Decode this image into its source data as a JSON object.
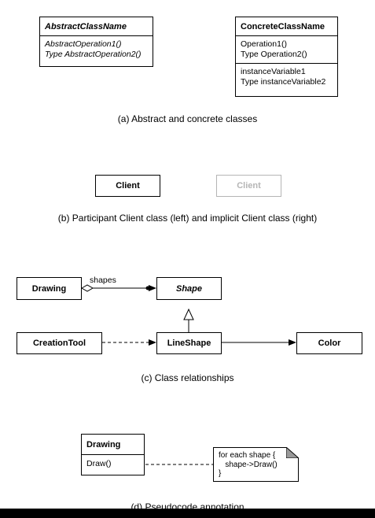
{
  "panel_a": {
    "abstract_class": {
      "name": "AbstractClassName",
      "operations": [
        "AbstractOperation1()",
        "Type AbstractOperation2()"
      ]
    },
    "concrete_class": {
      "name": "ConcreteClassName",
      "operations": [
        "Operation1()",
        "Type Operation2()"
      ],
      "variables": [
        "instanceVariable1",
        "Type instanceVariable2"
      ]
    },
    "caption": "(a) Abstract and concrete classes"
  },
  "panel_b": {
    "client_participant": "Client",
    "client_implicit": "Client",
    "caption": "(b) Participant Client class (left) and implicit Client class (right)"
  },
  "panel_c": {
    "drawing": "Drawing",
    "shape": "Shape",
    "creation_tool": "CreationTool",
    "line_shape": "LineShape",
    "color": "Color",
    "shapes_label": "shapes",
    "caption": "(c) Class relationships"
  },
  "panel_d": {
    "drawing": "Drawing",
    "operation": "Draw()",
    "note_text": "for each shape {\n   shape->Draw()\n}",
    "caption": "(d) Pseudocode annotation"
  }
}
